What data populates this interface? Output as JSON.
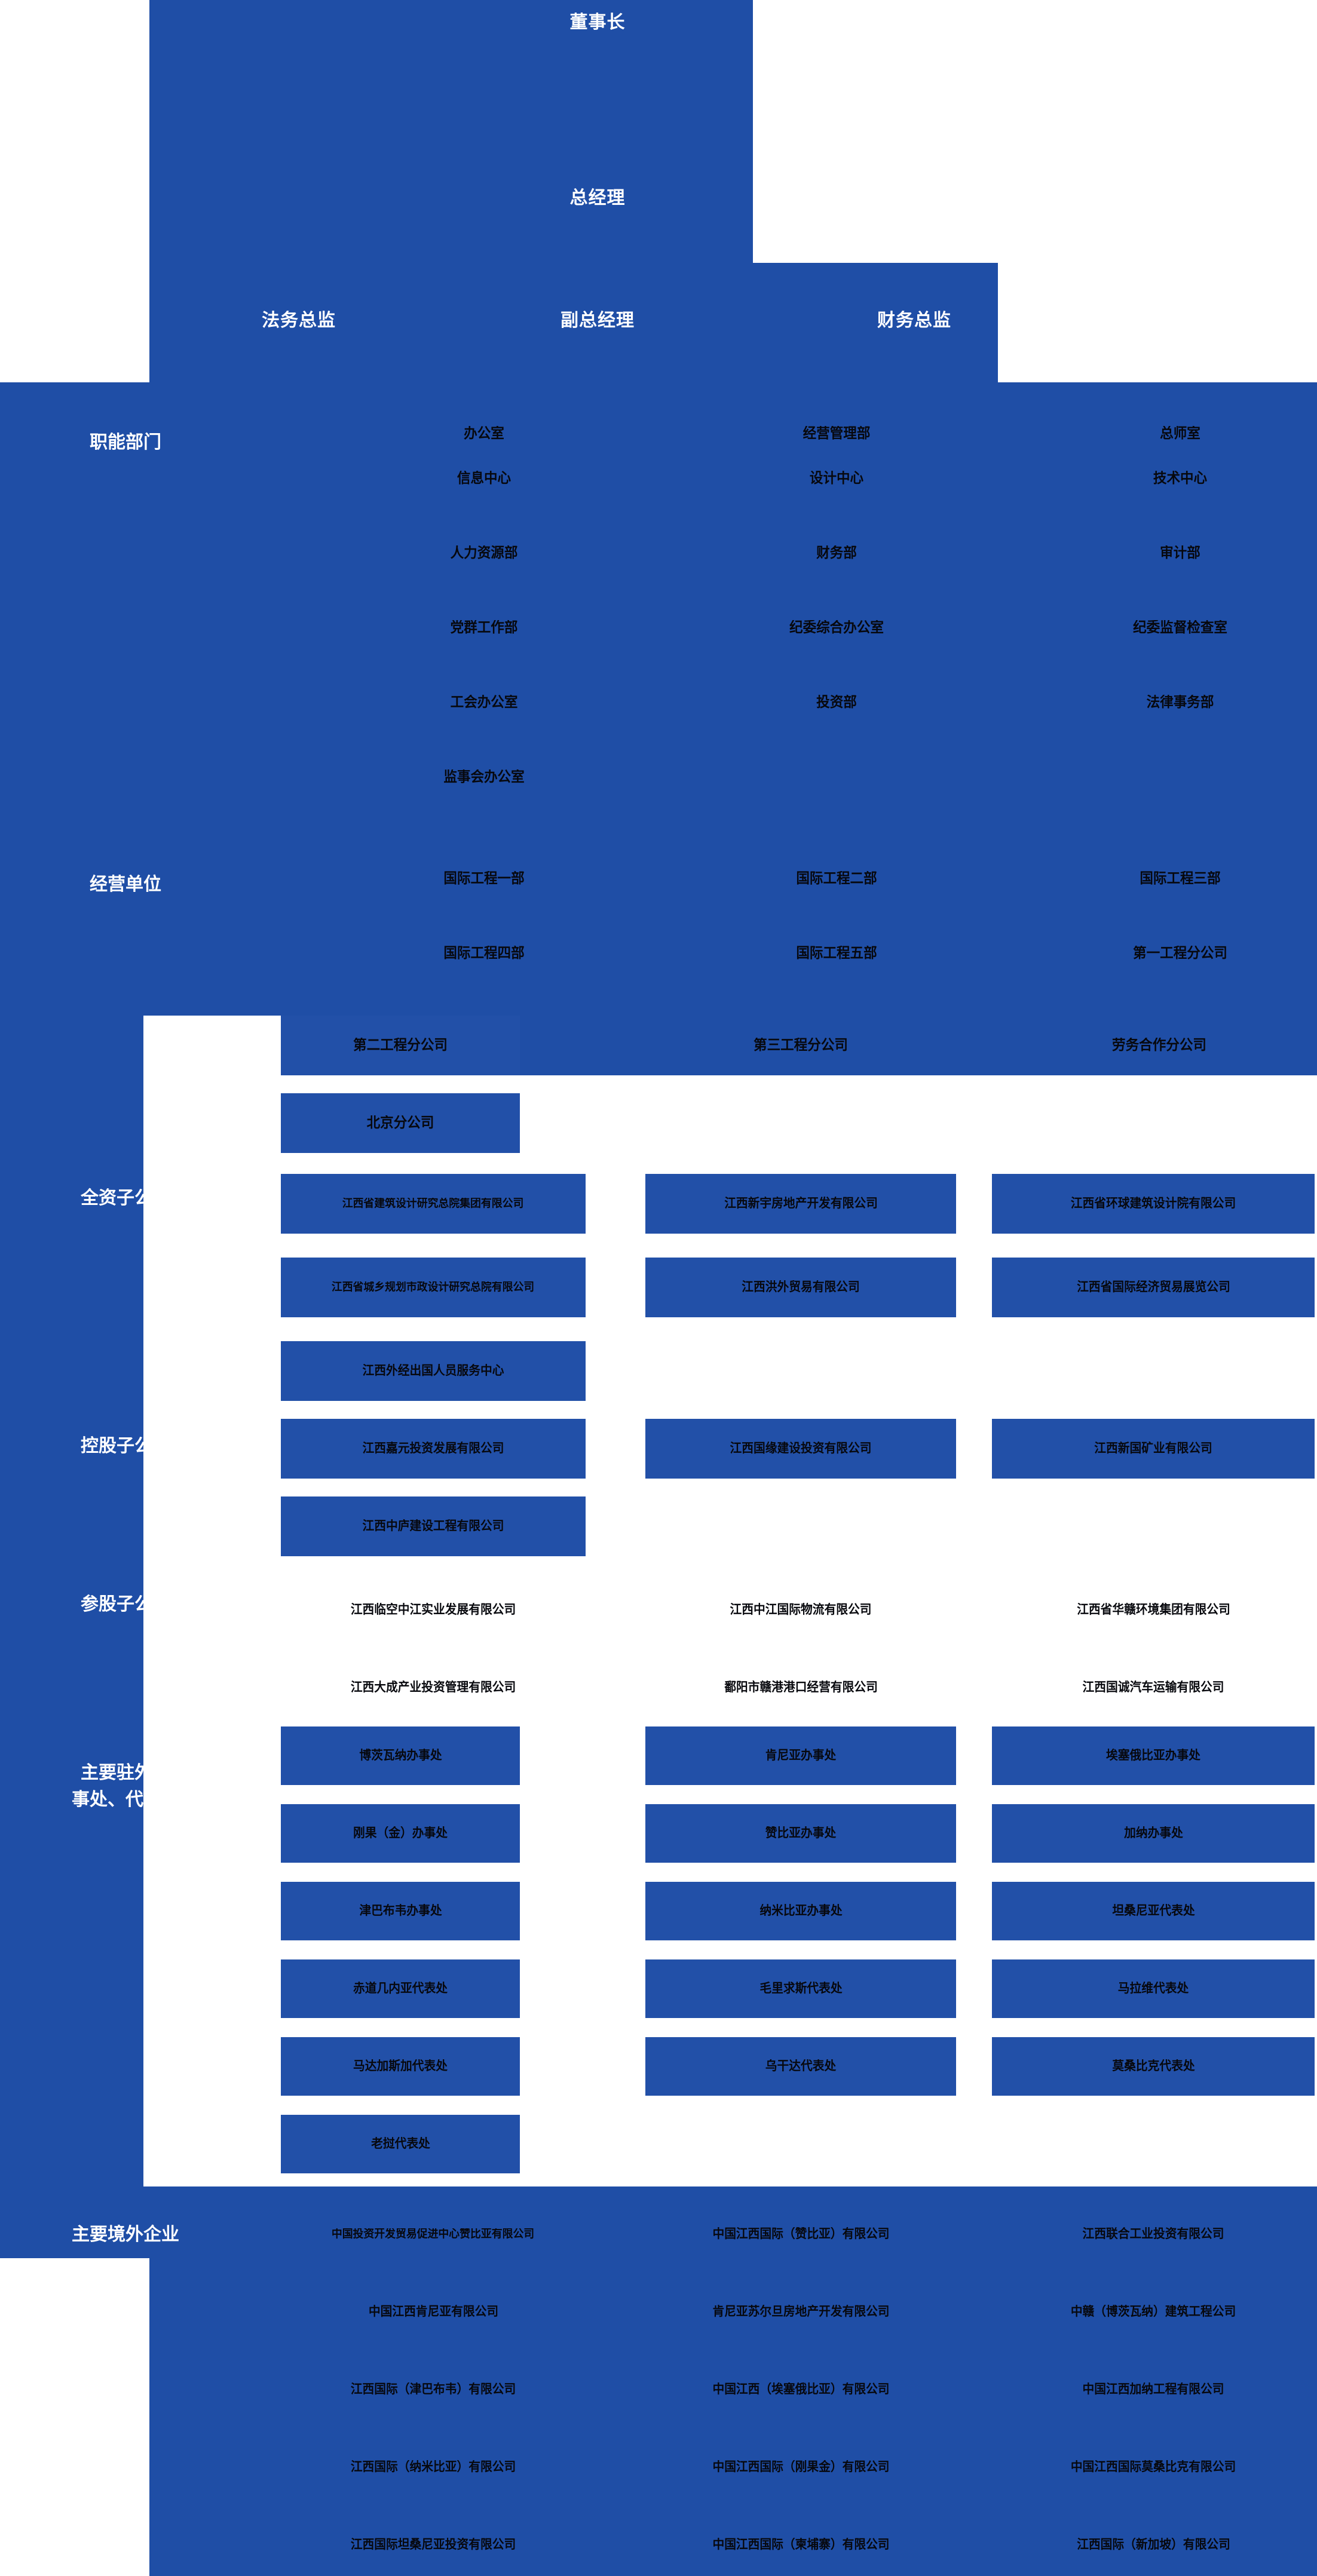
{
  "colors": {
    "brand_blue": "#1f4ea6",
    "box_blue": "#2250a8",
    "label_text": "#ffffff",
    "node_text": "#07080d",
    "background": "#ffffff"
  },
  "executives": {
    "chairman": "董事长",
    "general_manager": "总经理",
    "legal_director": "法务总监",
    "deputy_general_manager": "副总经理",
    "finance_director": "财务总监"
  },
  "sections": [
    {
      "key": "functional_departments",
      "label": "职能部门",
      "columns": [
        [
          "办公室",
          "信息中心",
          "人力资源部",
          "党群工作部",
          "工会办公室",
          "监事会办公室"
        ],
        [
          "经营管理部",
          "设计中心",
          "财务部",
          "纪委综合办公室",
          "投资部"
        ],
        [
          "总师室",
          "技术中心",
          "审计部",
          "纪委监督检查室",
          "法律事务部"
        ]
      ]
    },
    {
      "key": "business_units",
      "label": "经营单位",
      "columns": [
        [
          "国际工程一部",
          "国际工程四部"
        ],
        [
          "国际工程二部",
          "国际工程五部"
        ],
        [
          "国际工程三部",
          "第一工程分公司"
        ]
      ],
      "extra_row": [
        "第二工程分公司",
        "第三工程分公司",
        "劳务合作分公司"
      ],
      "extra_row2": [
        "北京分公司"
      ]
    },
    {
      "key": "wholly_owned_subsidiaries",
      "label": "全资子公司",
      "columns": [
        [
          "江西省建筑设计研究总院集团有限公司",
          "江西省城乡规划市政设计研究总院有限公司",
          "江西外经出国人员服务中心"
        ],
        [
          "江西新宇房地产开发有限公司",
          "江西洪外贸易有限公司"
        ],
        [
          "江西省环球建筑设计院有限公司",
          "江西省国际经济贸易展览公司"
        ]
      ]
    },
    {
      "key": "holding_subsidiaries",
      "label": "控股子公司",
      "columns": [
        [
          "江西嘉元投资发展有限公司",
          "江西中庐建设工程有限公司"
        ],
        [
          "江西国缘建设投资有限公司"
        ],
        [
          "江西新国矿业有限公司"
        ]
      ]
    },
    {
      "key": "equity_subsidiaries",
      "label": "参股子公司",
      "columns": [
        [
          "江西临空中江实业发展有限公司",
          "江西大成产业投资管理有限公司"
        ],
        [
          "江西中江国际物流有限公司",
          "鄱阳市赣港港口经营有限公司"
        ],
        [
          "江西省华赣环境集团有限公司",
          "江西国诚汽车运输有限公司"
        ]
      ]
    },
    {
      "key": "overseas_offices",
      "label": "主要驻外办事处、代表处",
      "label_lines": [
        "主要驻外办",
        "事处、代表处"
      ],
      "columns": [
        [
          "博茨瓦纳办事处",
          "刚果（金）办事处",
          "津巴布韦办事处",
          "赤道几内亚代表处",
          "马达加斯加代表处",
          "老挝代表处"
        ],
        [
          "肯尼亚办事处",
          "赞比亚办事处",
          "纳米比亚办事处",
          "毛里求斯代表处",
          "乌干达代表处"
        ],
        [
          "埃塞俄比亚办事处",
          "加纳办事处",
          "坦桑尼亚代表处",
          "马拉维代表处",
          "莫桑比克代表处"
        ]
      ]
    },
    {
      "key": "overseas_enterprises",
      "label": "主要境外企业",
      "columns": [
        [
          "中国投资开发贸易促进中心赞比亚有限公司",
          "中国江西肯尼亚有限公司",
          "江西国际（津巴布韦）有限公司",
          "江西国际（纳米比亚）有限公司",
          "江西国际坦桑尼亚投资有限公司"
        ],
        [
          "中国江西国际（赞比亚）有限公司",
          "肯尼亚苏尔旦房地产开发有限公司",
          "中国江西（埃塞俄比亚）有限公司",
          "中国江西国际（刚果金）有限公司",
          "中国江西国际（柬埔寨）有限公司"
        ],
        [
          "江西联合工业投资有限公司",
          "中赣（博茨瓦纳）建筑工程公司",
          "中国江西加纳工程有限公司",
          "中国江西国际莫桑比克有限公司",
          "江西国际（新加坡）有限公司"
        ]
      ]
    }
  ]
}
